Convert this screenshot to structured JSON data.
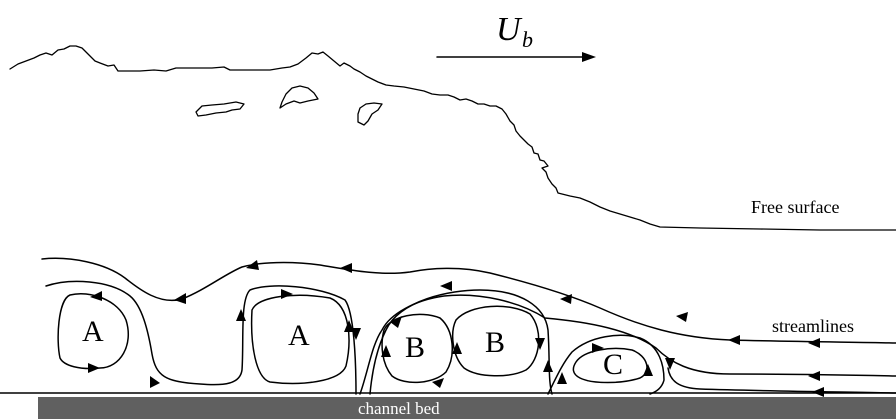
{
  "velocity": {
    "symbol": "U",
    "subscript": "b"
  },
  "labels": {
    "free_surface": "Free surface",
    "streamlines": "streamlines",
    "channel_bed": "channel bed"
  },
  "vortices": [
    "A",
    "A",
    "B",
    "B",
    "C"
  ],
  "colors": {
    "line": "#000000",
    "bed": "#606060",
    "bed_text": "#ffffff"
  }
}
